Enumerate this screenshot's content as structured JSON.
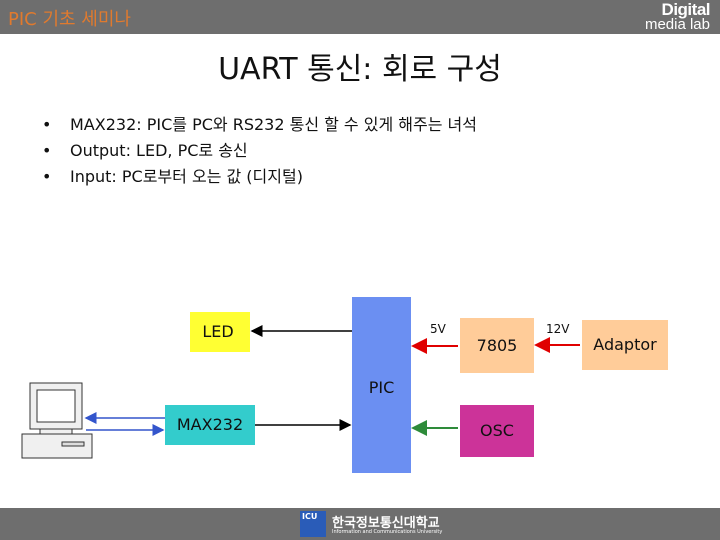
{
  "header": {
    "title": "PIC 기초 세미나",
    "logo_line1": "Digital",
    "logo_line2": "media lab"
  },
  "slide": {
    "title": "UART 통신: 회로 구성",
    "bullets": [
      "MAX232: PIC를 PC와 RS232 통신 할 수 있게 해주는 녀석",
      "Output: LED, PC로 송신",
      "Input: PC로부터 오는 값 (디지털)"
    ]
  },
  "diagram": {
    "led": "LED",
    "pic": "PIC",
    "regulator": "7805",
    "adaptor": "Adaptor",
    "max232": "MAX232",
    "osc": "OSC",
    "label_5v": "5V",
    "label_12v": "12V",
    "colors": {
      "red_wire": "#e00000",
      "green_wire": "#2e8b3a",
      "blue_wire": "#3355cc",
      "black_wire": "#000000"
    }
  },
  "footer": {
    "university": "한국정보통신대학교",
    "university_en": "Information and Communications University",
    "logo_text": "ICU"
  }
}
